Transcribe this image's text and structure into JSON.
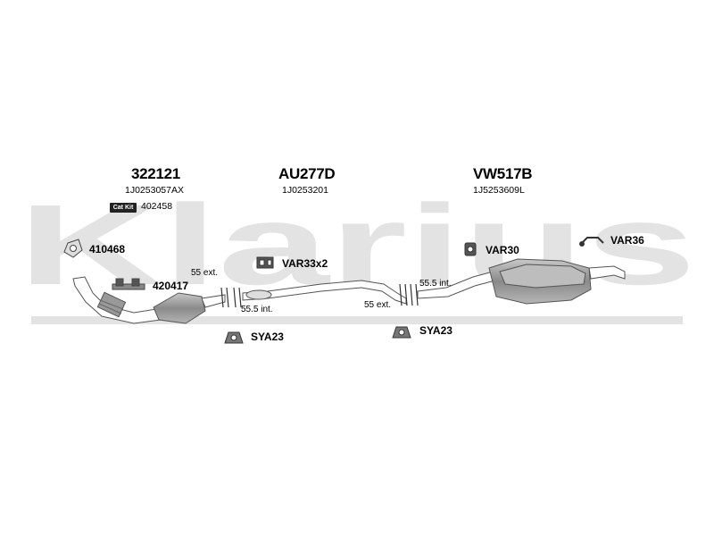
{
  "watermark": {
    "text": "Klarius",
    "color": "#e3e3e3"
  },
  "groups": [
    {
      "code": "322121",
      "part": "1J0253057AX"
    },
    {
      "code": "AU277D",
      "part": "1J0253201"
    },
    {
      "code": "VW517B",
      "part": "1J5253609L"
    }
  ],
  "catkit": {
    "badge": "Cat Kit",
    "code": "402458"
  },
  "fittings": {
    "f410468": "410468",
    "f420417": "420417",
    "var33x2": "VAR33x2",
    "var30": "VAR30",
    "var36": "VAR36",
    "sya23_a": "SYA23",
    "sya23_b": "SYA23"
  },
  "dimensions": {
    "d55ext_a": "55 ext.",
    "d555int_a": "55.5 int.",
    "d555int_b": "55.5 int.",
    "d55ext_b": "55 ext."
  },
  "colors": {
    "pipe_fill": "#ffffff",
    "pipe_stroke": "#555555",
    "shade": "#9a9a9a"
  }
}
